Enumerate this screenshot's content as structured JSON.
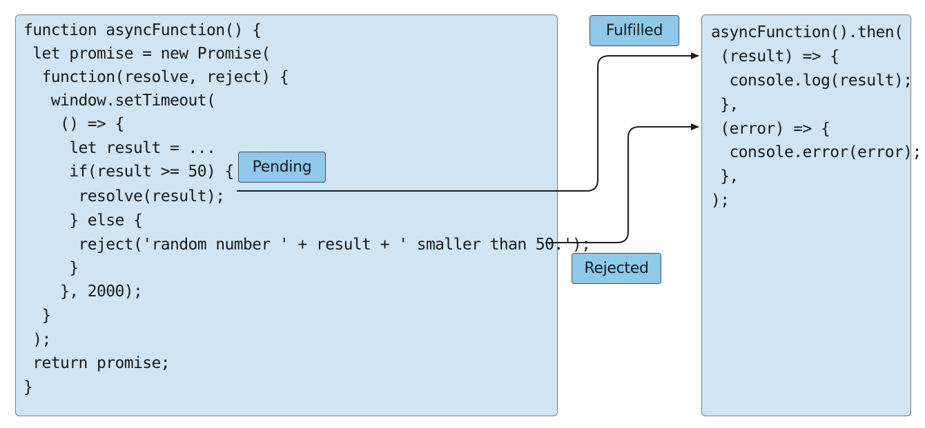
{
  "left_code": [
    "function asyncFunction() {",
    " let promise = new Promise(",
    "  function(resolve, reject) {",
    "   window.setTimeout(",
    "    () => {",
    "     let result = ...",
    "     if(result >= 50) {",
    "      resolve(result);",
    "     } else {",
    "      reject('random number ' + result + ' smaller than 50.');",
    "     }",
    "    }, 2000);",
    "  }",
    " );",
    " return promise;",
    "}"
  ],
  "right_code": [
    "asyncFunction().then(",
    " (result) => {",
    "  console.log(result);",
    " },",
    " (error) => {",
    "  console.error(error);",
    " },",
    ");"
  ],
  "states": {
    "pending": "Pending",
    "fulfilled": "Fulfilled",
    "rejected": "Rejected"
  },
  "colors": {
    "panel_fill": "#cfe4f4",
    "tag_fill": "#8ec9ea",
    "arrow": "#1a1a1a"
  }
}
